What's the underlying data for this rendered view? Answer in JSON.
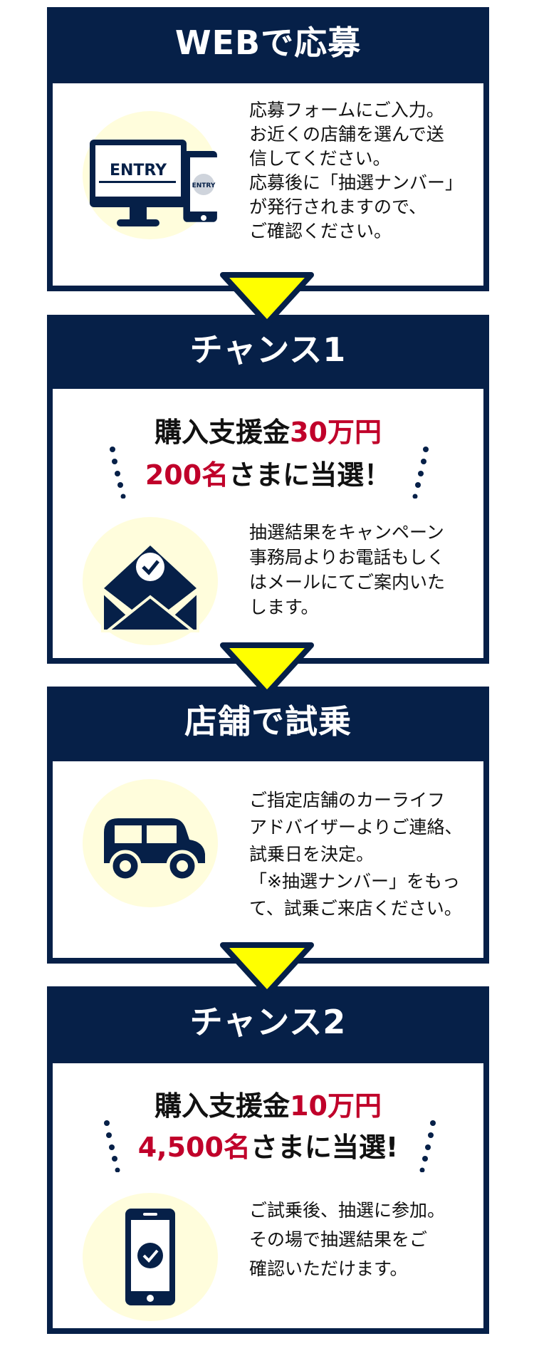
{
  "colors": {
    "navy": "#062048",
    "red": "#c0002a",
    "yellow": "#ffff00",
    "circle": "#fffddc"
  },
  "steps": [
    {
      "title": "WEBで応募",
      "icon": "computer-and-phone-entry-icon",
      "icon_text": "ENTRY",
      "text": "応募フォームにご入力。\nお近くの店舗を選んで送\n信してください。\n応募後に「抽選ナンバー」\nが発行されますので、\nご確認ください。"
    },
    {
      "title": "チャンス1",
      "headline_prefix": "購入支援金",
      "headline_amount": "30万円",
      "winners": "200名",
      "winners_suffix": "さまに当選！",
      "icon": "envelope-check-icon",
      "text": "抽選結果をキャンペーン\n事務局よりお電話もしく\nはメールにてご案内いた\nします。"
    },
    {
      "title": "店舗で試乗",
      "icon": "car-icon",
      "text": "ご指定店舗のカーライフ\nアドバイザーよりご連絡、\n試乗日を決定。\n「※抽選ナンバー」をもっ\nて、試乗ご来店ください。"
    },
    {
      "title": "チャンス2",
      "headline_prefix": "購入支援金",
      "headline_amount": "10万円",
      "winners": "4,500名",
      "winners_suffix": "さまに当選!",
      "icon": "smartphone-check-icon",
      "text": "ご試乗後、抽選に参加。\nその場で抽選結果をご\n確認いただけます。"
    }
  ]
}
